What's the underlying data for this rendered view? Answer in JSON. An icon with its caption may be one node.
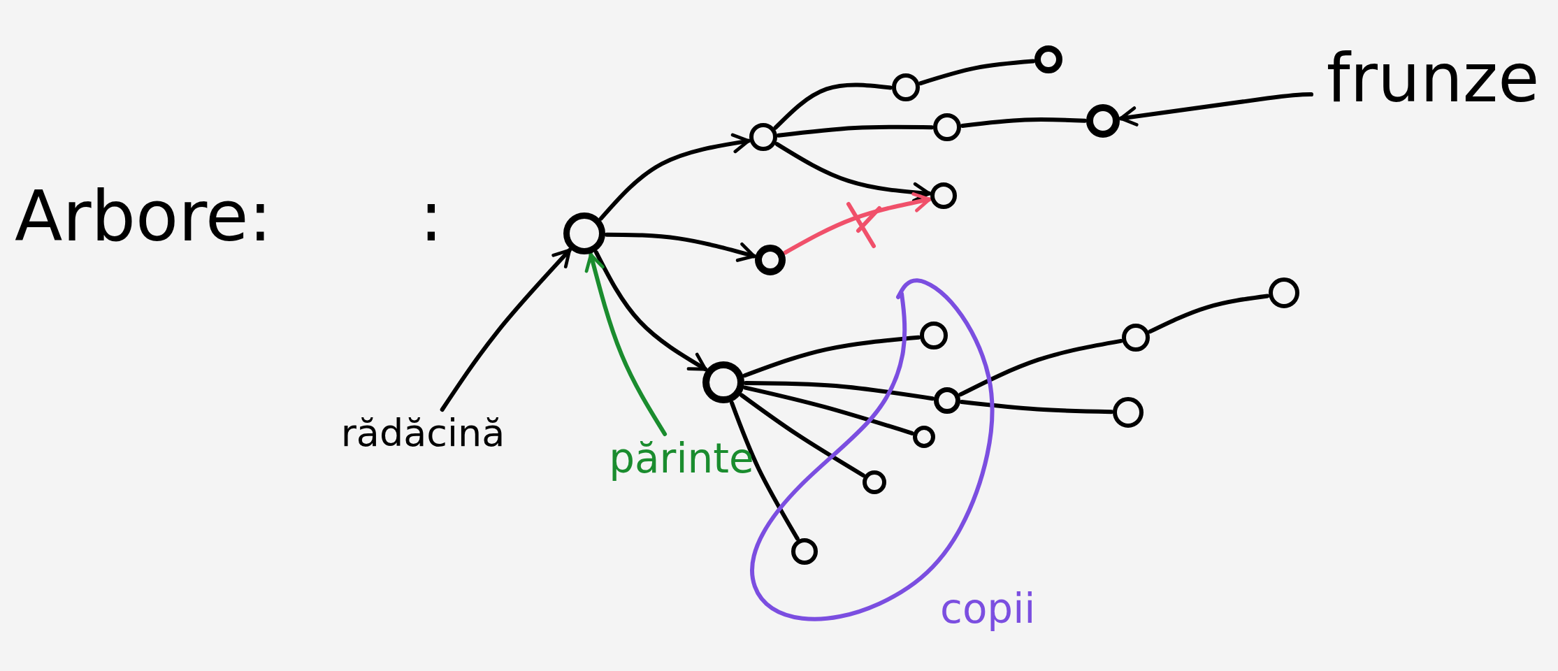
{
  "diagram": {
    "title": "Arbore:",
    "nodes": [
      {
        "text": [],
        "shape": "circle"
      },
      {
        "text": [],
        "shape": "circle"
      },
      {
        "text": [],
        "shape": "circle"
      },
      {
        "text": [],
        "shape": "circle"
      },
      {
        "text": [],
        "shape": "circle"
      },
      {
        "text": [],
        "shape": "circle"
      },
      {
        "text": [],
        "shape": "circle"
      },
      {
        "text": [],
        "shape": "circle"
      },
      {
        "text": [],
        "shape": "circle"
      },
      {
        "text": [
          "copii"
        ]
      },
      {
        "text": [],
        "shape": "circle",
        "in": 9
      },
      {
        "text": [],
        "shape": "circle",
        "in": 9
      },
      {
        "text": [],
        "shape": "circle",
        "in": 9
      },
      {
        "text": [],
        "shape": "circle",
        "in": 9
      },
      {
        "text": [],
        "shape": "circle",
        "in": 9
      },
      {
        "text": [],
        "shape": "circle"
      },
      {
        "text": [],
        "shape": "circle"
      },
      {
        "text": [],
        "shape": "circle"
      },
      {
        "text": [
          "frunze"
        ]
      },
      {
        "text": [
          "rădăcină"
        ]
      },
      {
        "text": [
          "părinte"
        ]
      }
    ],
    "edges": [
      {
        "from": 19,
        "to": 0,
        "arrow": "to"
      },
      {
        "from": 0,
        "to": 1,
        "arrow": "to"
      },
      {
        "from": 0,
        "to": 7,
        "arrow": "to"
      },
      {
        "from": 0,
        "to": 8,
        "arrow": "to"
      },
      {
        "from": 1,
        "to": 2,
        "arrow": "none"
      },
      {
        "from": 1,
        "to": 4,
        "arrow": "none"
      },
      {
        "from": 1,
        "to": 6,
        "arrow": "to"
      },
      {
        "from": 2,
        "to": 3,
        "arrow": "none"
      },
      {
        "from": 4,
        "to": 5,
        "arrow": "none"
      },
      {
        "from": 7,
        "to": 6,
        "arrow": "to",
        "color": "#f0506a"
      },
      {
        "from": 20,
        "to": 0,
        "arrow": "to",
        "color": "#1a8c2e"
      },
      {
        "from": 8,
        "to": 10,
        "arrow": "none"
      },
      {
        "from": 8,
        "to": 11,
        "arrow": "none"
      },
      {
        "from": 8,
        "to": 12,
        "arrow": "none"
      },
      {
        "from": 8,
        "to": 13,
        "arrow": "none"
      },
      {
        "from": 8,
        "to": 14,
        "arrow": "none"
      },
      {
        "from": 11,
        "to": 15,
        "arrow": "none"
      },
      {
        "from": 11,
        "to": 17,
        "arrow": "none"
      },
      {
        "from": 15,
        "to": 16,
        "arrow": "none"
      },
      {
        "from": 18,
        "to": 5,
        "arrow": "to"
      }
    ],
    "labels": [
      ":"
    ]
  }
}
